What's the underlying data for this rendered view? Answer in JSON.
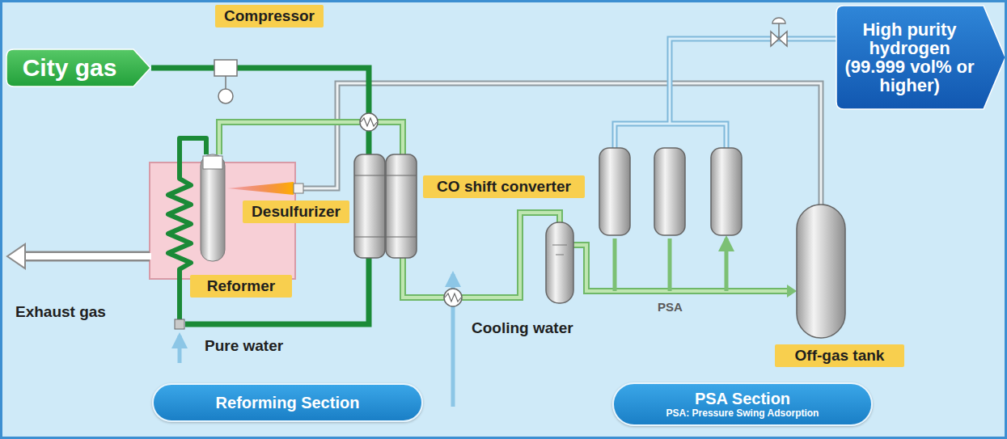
{
  "diagram": {
    "nodes": [
      {
        "text": [
          "City gas"
        ]
      },
      {
        "text": [
          "Compressor"
        ]
      },
      {
        "text": [
          "High purity hydrogen (99.999 vol% or higher)"
        ]
      },
      {
        "text": [
          "Desulfurizer"
        ]
      },
      {
        "text": [
          "CO shift converter"
        ]
      },
      {
        "text": [
          "Reformer"
        ]
      },
      {
        "text": [
          "Off-gas tank"
        ]
      },
      {
        "text": [
          "Reforming Section"
        ]
      },
      {
        "text": [
          "PSA Section",
          "PSA: Pressure Swing Adsorption"
        ]
      }
    ],
    "labels": [
      "Exhaust gas",
      "Pure water",
      "Cooling water",
      "PSA"
    ]
  }
}
